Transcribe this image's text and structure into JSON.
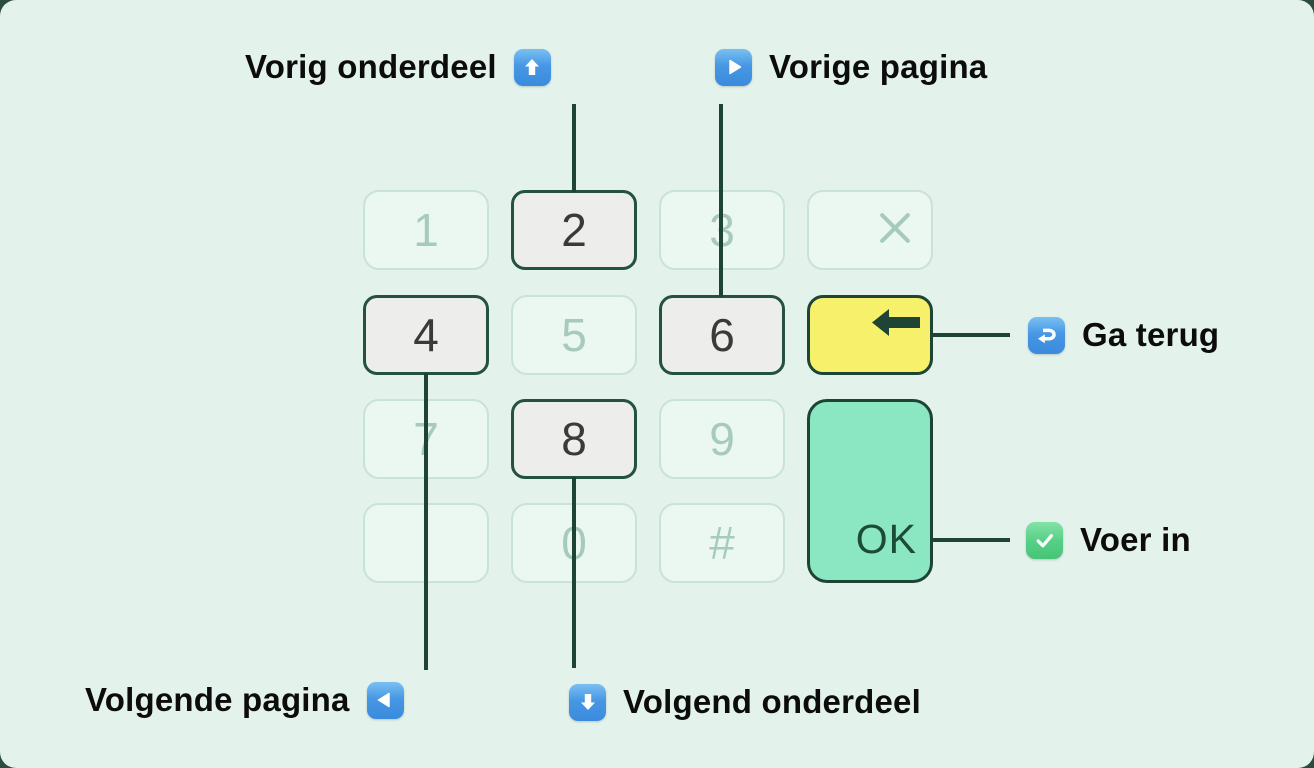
{
  "card": {
    "background": "#e4f2ec",
    "outside_background": "#2b4d3d"
  },
  "callouts": {
    "prev_section": {
      "text": "Vorig onderdeel",
      "icon": "up-arrow-icon",
      "points_to": "2"
    },
    "prev_page": {
      "text": "Vorige pagina",
      "icon": "play-icon",
      "points_to": "6"
    },
    "go_back": {
      "text": "Ga terug",
      "icon": "return-arrow-icon",
      "points_to": "backspace"
    },
    "enter": {
      "text": "Voer in",
      "icon": "check-icon",
      "points_to": "OK"
    },
    "next_page": {
      "text": "Volgende pagina",
      "icon": "left-triangle-icon",
      "points_to": "4"
    },
    "next_section": {
      "text": "Volgend onderdeel",
      "icon": "down-arrow-icon",
      "points_to": "8"
    }
  },
  "keypad": {
    "k1": "1",
    "k2": "2",
    "k3": "3",
    "k4": "4",
    "k5": "5",
    "k6": "6",
    "k7": "7",
    "k8": "8",
    "k9": "9",
    "k0": "0",
    "khash": "#",
    "kok": "OK",
    "close_key_icon": "close-x-icon",
    "backspace_key_icon": "left-arrow-icon",
    "highlighted_keys": [
      "2",
      "4",
      "6",
      "8"
    ],
    "blank_key": ""
  },
  "colors": {
    "dark_green": "#1d4435",
    "card_mint": "#e4f2ec",
    "key_highlight_bg": "#ededeb",
    "key_faded_bg": "#ebf7f1",
    "key_faded_border": "#c9e3d7",
    "key_faded_glyph": "#a6cbba",
    "backspace_yellow": "#f6f06b",
    "ok_green": "#8be7c1",
    "emoji_blue": "#4b9ce6",
    "emoji_check_green": "#57d087",
    "label_text": "#0c0c0c"
  }
}
